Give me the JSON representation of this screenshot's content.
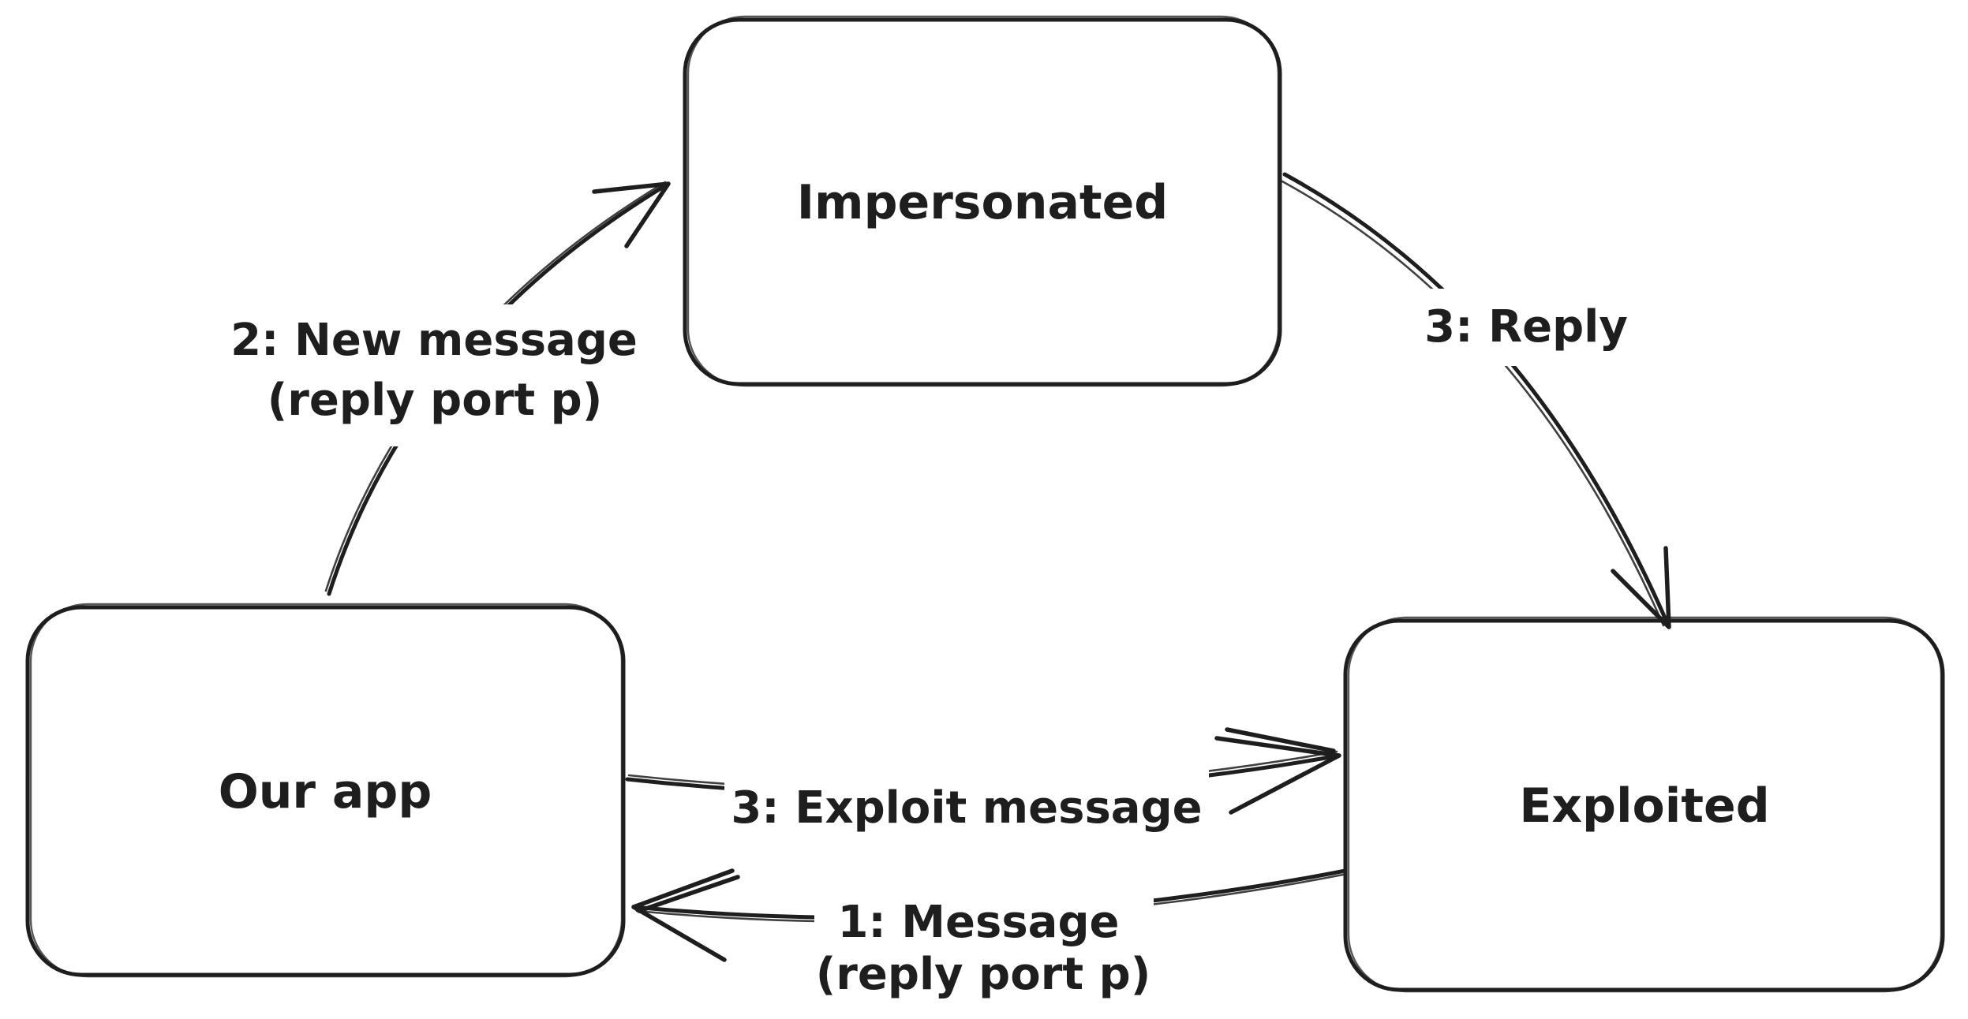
{
  "diagram": {
    "background_color": "#ffffff",
    "stroke_color": "#1e1e1e",
    "style": "hand-drawn whiteboard sketch",
    "nodes": [
      {
        "id": "impersonated",
        "label": "Impersonated"
      },
      {
        "id": "our-app",
        "label": "Our app"
      },
      {
        "id": "exploited",
        "label": "Exploited"
      }
    ],
    "edges": [
      {
        "id": "new-message",
        "from": "our-app",
        "to": "impersonated",
        "label_line1": "2: New message",
        "label_line2": "(reply port p)"
      },
      {
        "id": "reply",
        "from": "impersonated",
        "to": "exploited",
        "label_line1": "3: Reply",
        "label_line2": ""
      },
      {
        "id": "exploit-message",
        "from": "our-app",
        "to": "exploited",
        "label_line1": "3: Exploit message",
        "label_line2": ""
      },
      {
        "id": "message",
        "from": "exploited",
        "to": "our-app",
        "label_line1": "1: Message",
        "label_line2": "(reply port p)"
      }
    ]
  }
}
